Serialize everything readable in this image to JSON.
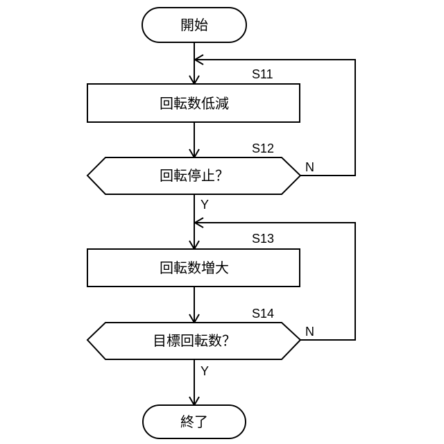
{
  "flowchart": {
    "start": {
      "text": "開始"
    },
    "s11": {
      "id": "S11",
      "text": "回転数低減"
    },
    "s12": {
      "id": "S12",
      "text": "回転停止？",
      "no": "N",
      "yes": "Y"
    },
    "s13": {
      "id": "S13",
      "text": "回転数増大"
    },
    "s14": {
      "id": "S14",
      "text": "目標回転数？",
      "no": "N",
      "yes": "Y"
    },
    "end": {
      "text": "終了"
    }
  }
}
